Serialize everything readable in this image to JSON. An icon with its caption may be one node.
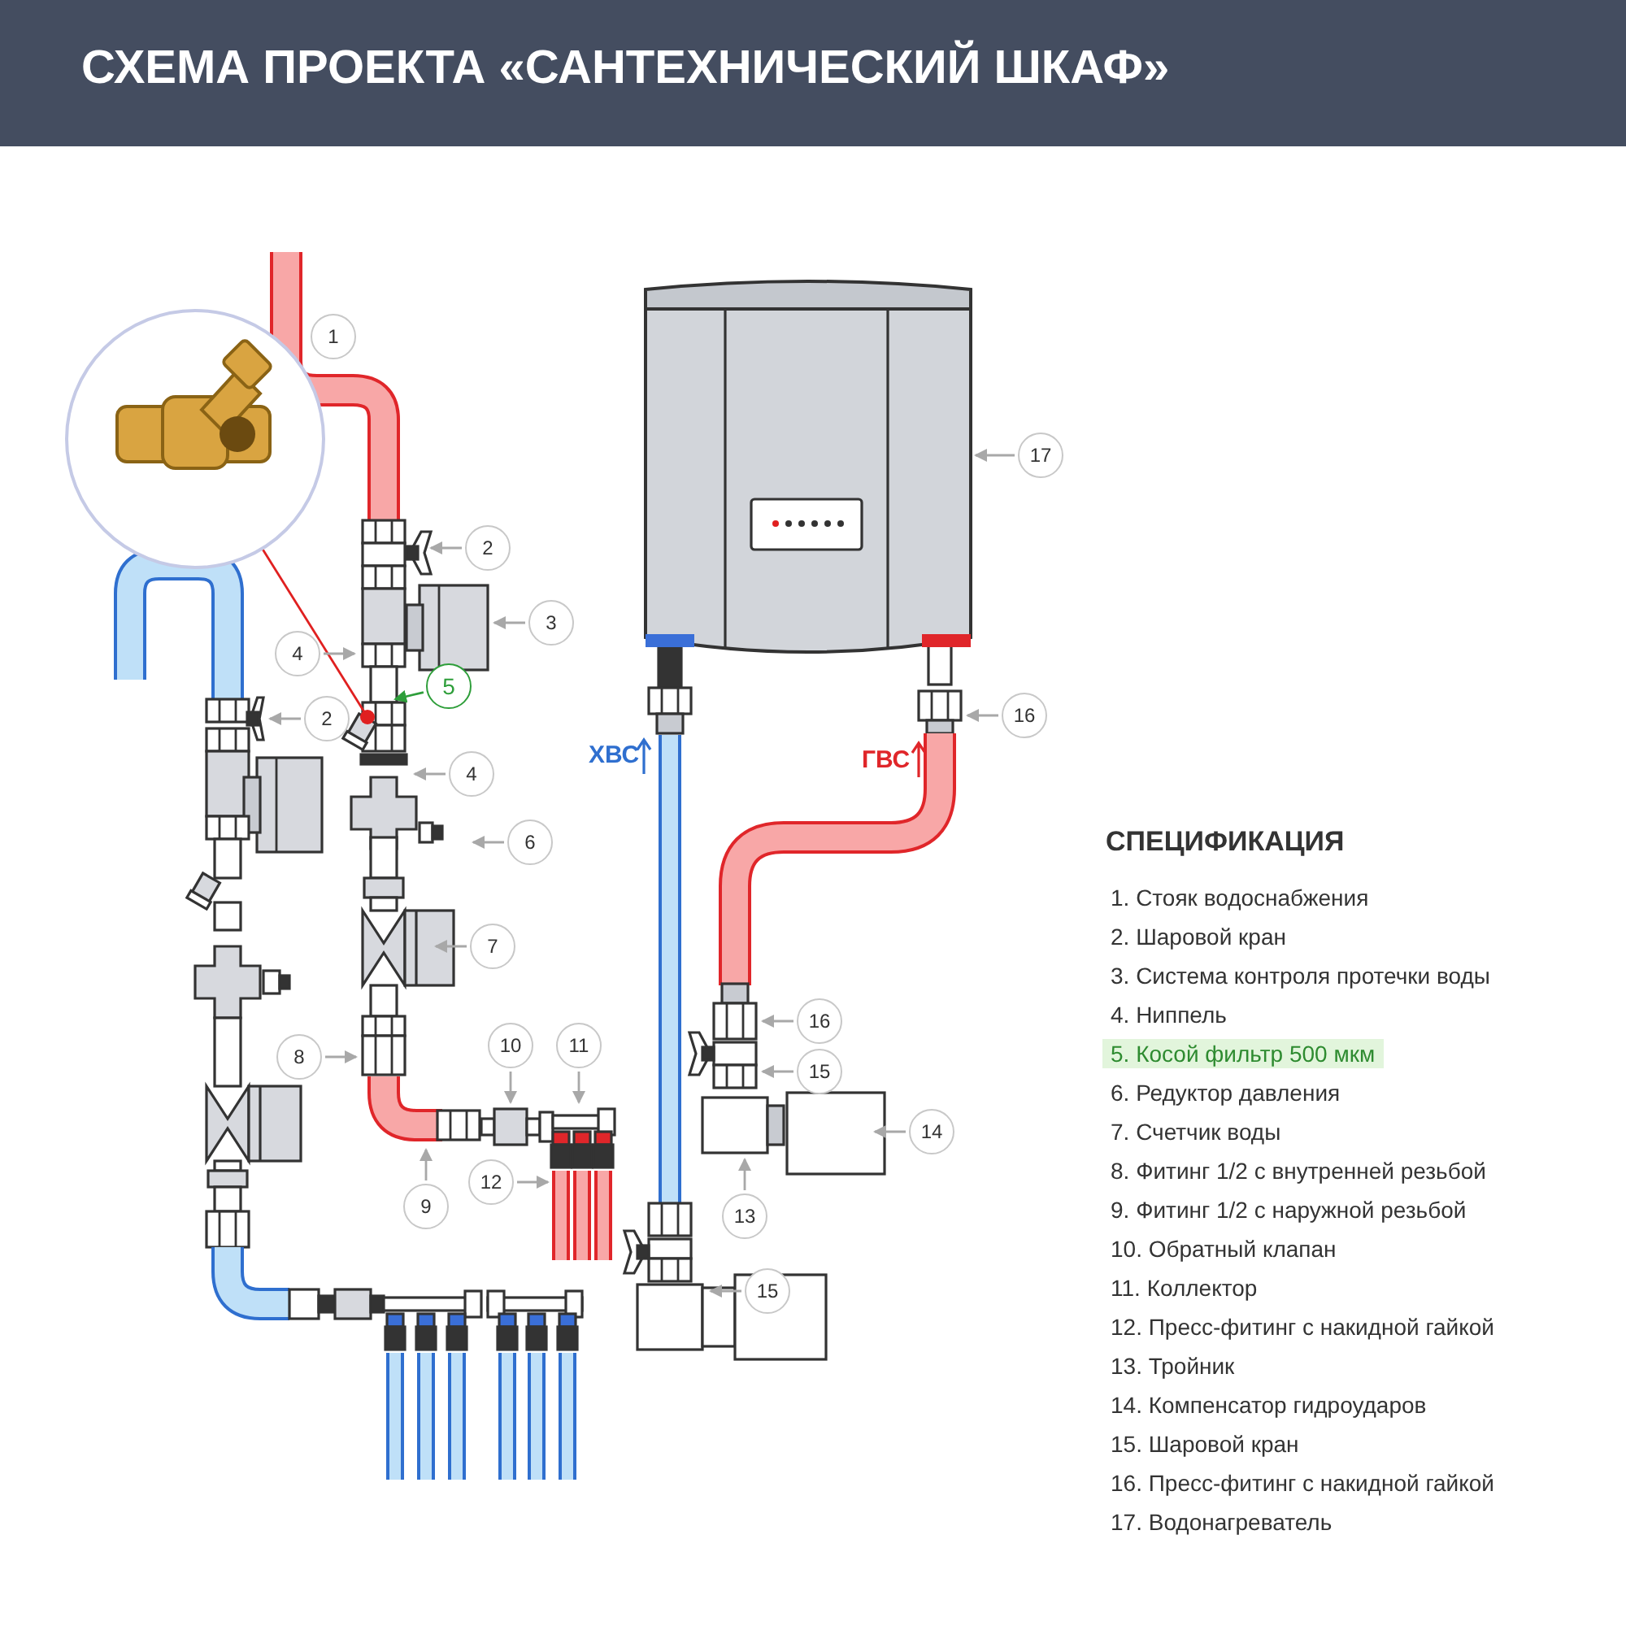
{
  "diagram": {
    "title": "СХЕМА ПРОЕКТА «САНТЕХНИЧЕСКИЙ ШКАФ»",
    "nodes": [
      {
        "text": [],
        "shape": "picture"
      },
      {
        "text": [
          "1"
        ]
      },
      {
        "text": [
          "17"
        ]
      },
      {
        "text": [
          "2"
        ]
      },
      {
        "text": [
          "3"
        ]
      },
      {
        "text": [
          "4"
        ]
      },
      {
        "text": [
          "2"
        ]
      },
      {
        "text": [
          "5"
        ]
      },
      {
        "text": [
          "16"
        ]
      },
      {
        "text": [
          "4"
        ]
      },
      {
        "text": [
          "6"
        ]
      },
      {
        "text": [
          "7"
        ]
      },
      {
        "text": [
          "8"
        ]
      },
      {
        "text": [
          "10"
        ]
      },
      {
        "text": [
          "11"
        ]
      },
      {
        "text": [
          "16"
        ]
      },
      {
        "text": [
          "15"
        ]
      },
      {
        "text": [
          "14"
        ]
      },
      {
        "text": [
          "9"
        ]
      },
      {
        "text": [
          "12"
        ]
      },
      {
        "text": [
          "13"
        ]
      },
      {
        "text": [
          "15"
        ]
      },
      {
        "text": [],
        "shape": "picture"
      },
      {
        "text": [],
        "shape": "picture"
      }
    ],
    "edges": [
      {
        "from": 0,
        "to": 22,
        "arrow": "other",
        "color": "#e02020"
      },
      {
        "from": 2,
        "to": 23,
        "arrow": "to"
      },
      {
        "from": 3,
        "to": null,
        "arrow": "to"
      },
      {
        "from": 4,
        "to": null,
        "arrow": "to"
      },
      {
        "from": 5,
        "to": null,
        "arrow": "to"
      },
      {
        "from": 6,
        "to": null,
        "arrow": "to"
      },
      {
        "from": 7,
        "to": 22,
        "arrow": "to",
        "color": "#2e9e3a"
      },
      {
        "from": 8,
        "to": null,
        "arrow": "to"
      },
      {
        "from": 9,
        "to": null,
        "arrow": "to"
      },
      {
        "from": 10,
        "to": null,
        "arrow": "to"
      },
      {
        "from": 11,
        "to": null,
        "arrow": "to"
      },
      {
        "from": 12,
        "to": null,
        "arrow": "to"
      },
      {
        "from": 13,
        "to": null,
        "arrow": "to"
      },
      {
        "from": 14,
        "to": null,
        "arrow": "to"
      },
      {
        "from": 15,
        "to": null,
        "arrow": "to"
      },
      {
        "from": 16,
        "to": null,
        "arrow": "to"
      },
      {
        "from": 17,
        "to": null,
        "arrow": "to"
      },
      {
        "from": 18,
        "to": null,
        "arrow": "to"
      },
      {
        "from": 19,
        "to": null,
        "arrow": "to"
      },
      {
        "from": 20,
        "to": null,
        "arrow": "to"
      },
      {
        "from": 21,
        "to": null,
        "arrow": "to"
      }
    ],
    "labels": [
      "ХВС",
      "ГВС",
      "СПЕЦИФИКАЦИЯ",
      "1. Стояк водоснабжения",
      "2. Шаровой кран",
      "3. Система контроля протечки воды",
      "4. Ниппель",
      "5. Косой фильтр 500 мкм",
      "6. Редуктор давления",
      "7. Счетчик воды",
      "8. Фитинг 1/2 с внутренней резьбой",
      "9. Фитинг 1/2 с наружной резьбой",
      "10. Обратный клапан",
      "11. Коллектор",
      "12. Пресс-фитинг с накидной гайкой",
      "13. Тройник",
      "14. Компенсатор гидроударов",
      "15. Шаровой кран",
      "16. Пресс-фитинг с накидной гайкой",
      "17. Водонагреватель"
    ]
  }
}
